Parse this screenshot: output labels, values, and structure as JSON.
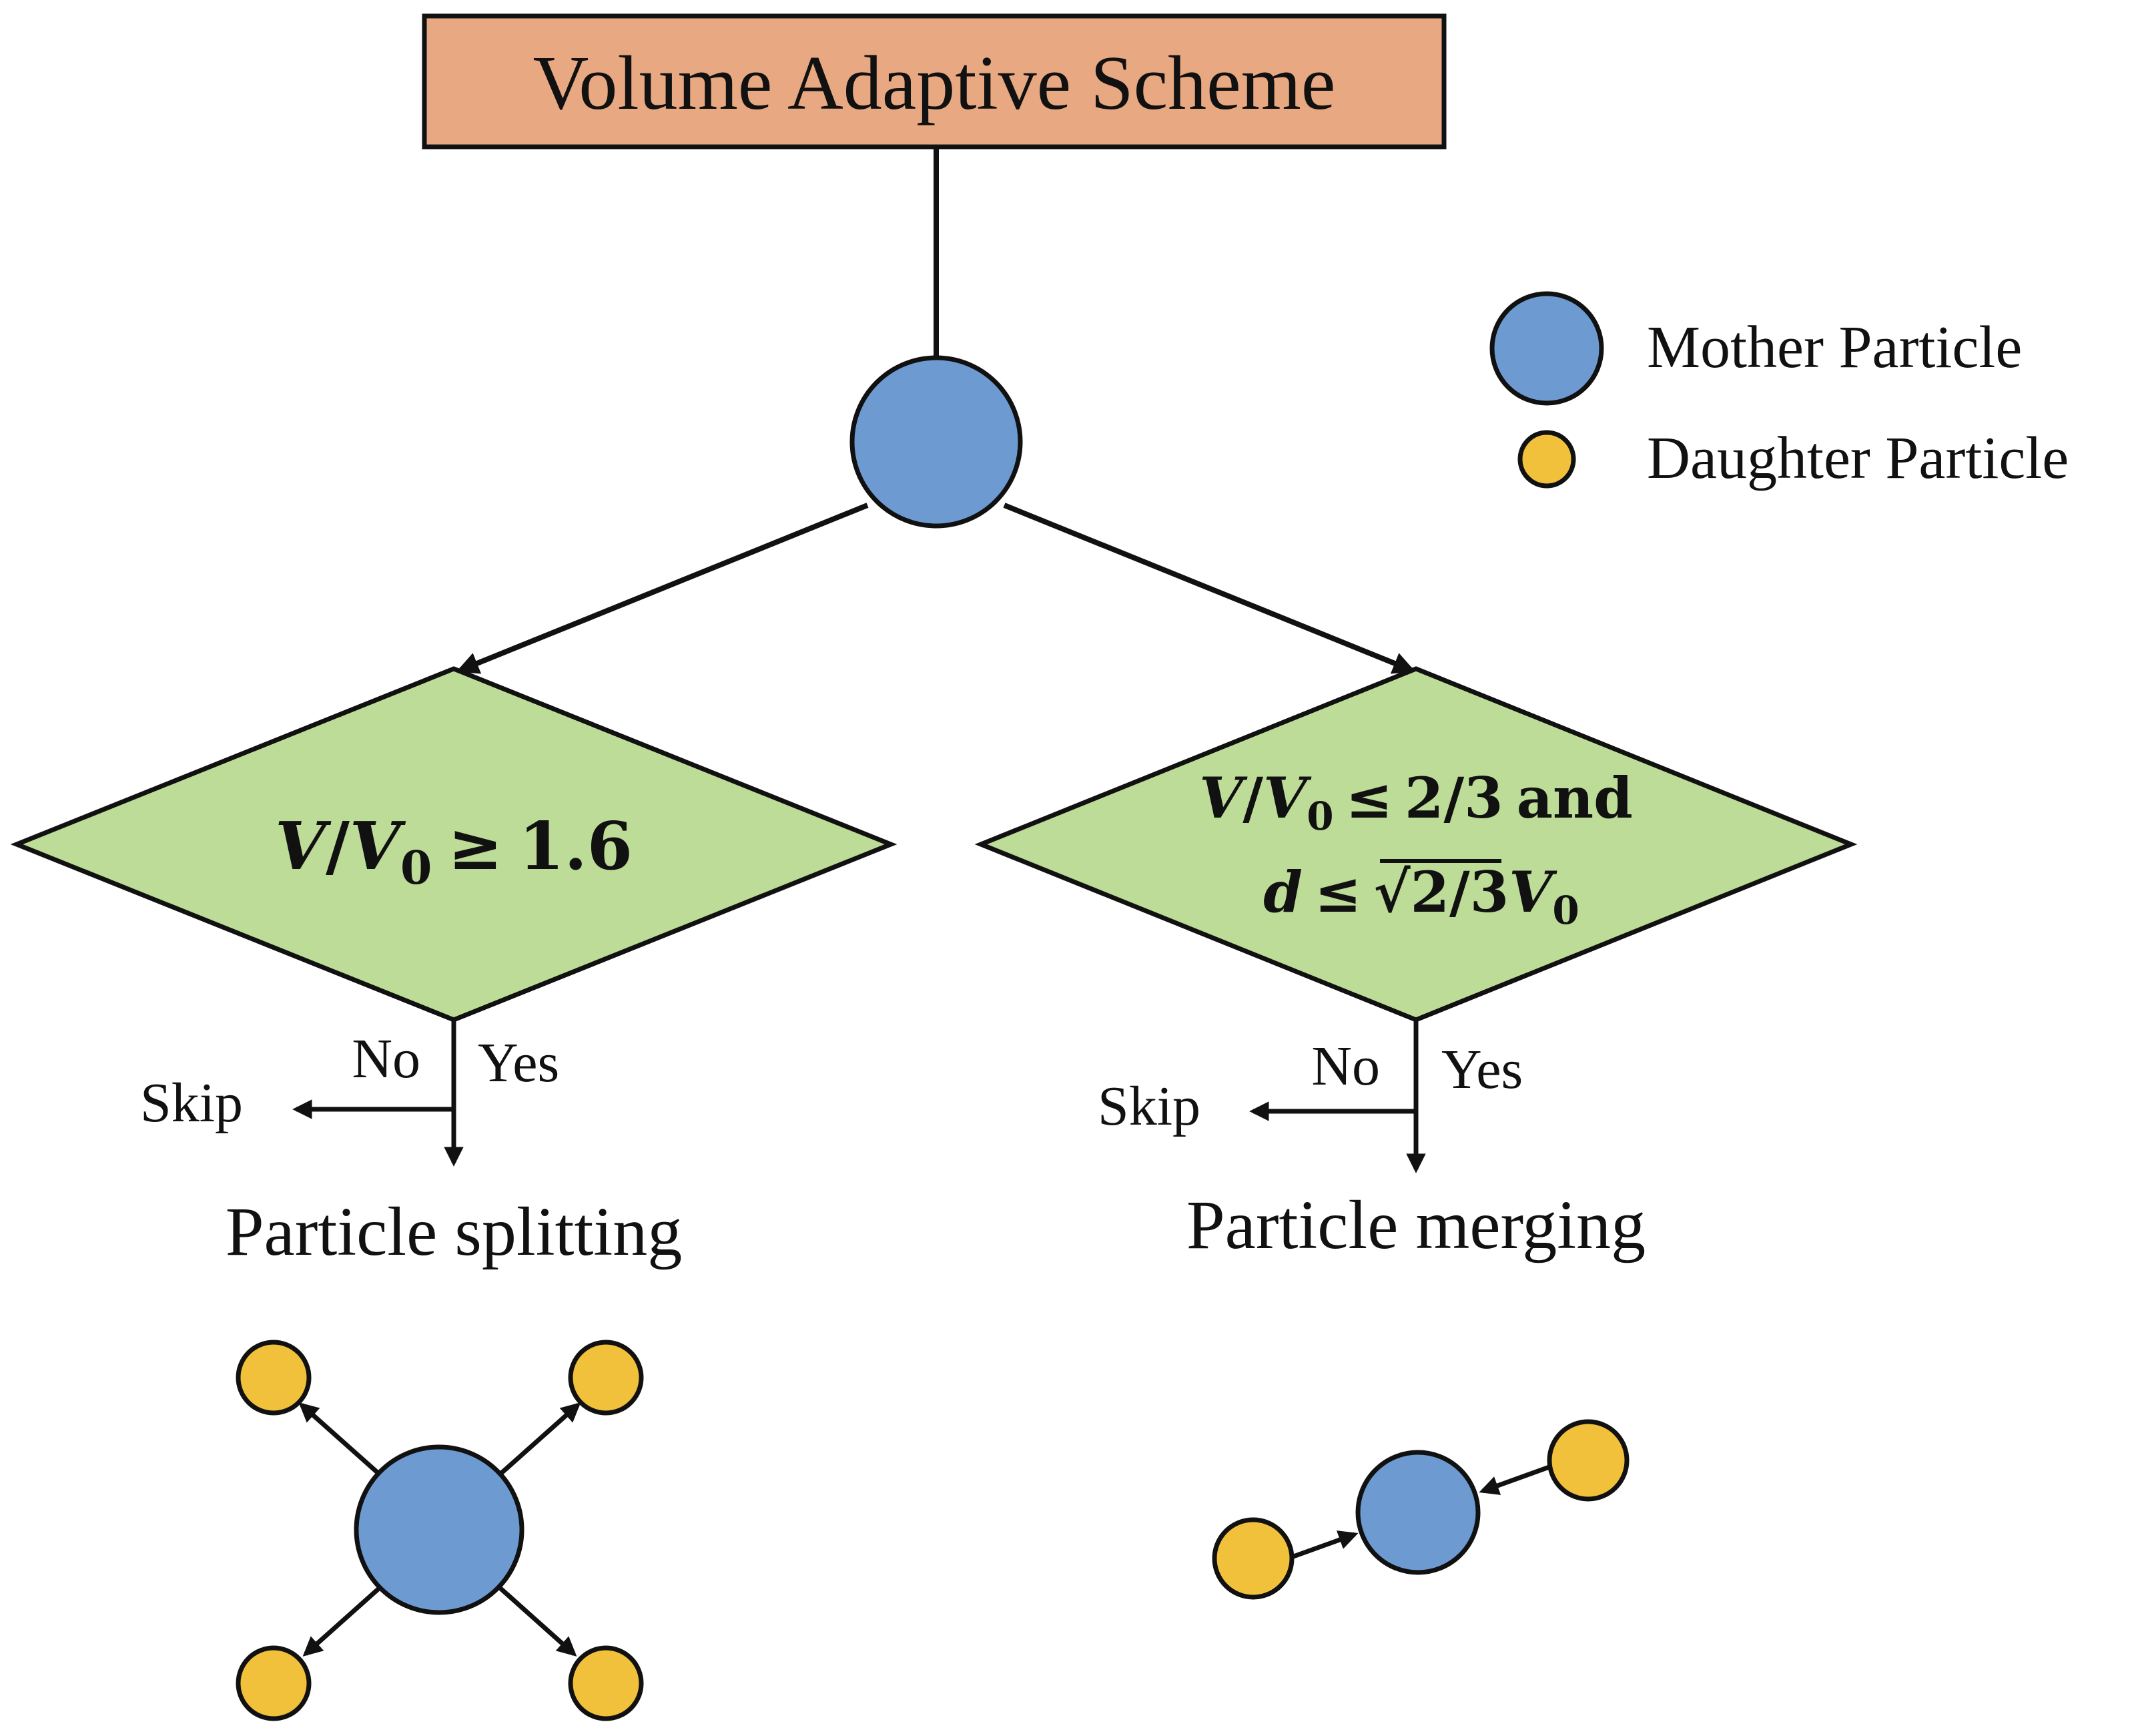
{
  "title": "Volume Adaptive Scheme",
  "colors": {
    "title_fill": "#E8A882",
    "decision_fill": "#BDDC97",
    "mother_fill": "#6D9BD1",
    "daughter_fill": "#F2C13B",
    "stroke": "#111111"
  },
  "legend": {
    "mother": "Mother Particle",
    "daughter": "Daughter Particle"
  },
  "left_branch": {
    "condition": {
      "v": "V",
      "slash": "/",
      "v0": "V",
      "sub0": "0",
      "op": "≥",
      "value": "1.6"
    },
    "no_label": "No",
    "yes_label": "Yes",
    "skip_label": "Skip",
    "outcome": "Particle splitting"
  },
  "right_branch": {
    "condition_line1": {
      "v": "V",
      "slash": "/",
      "v0": "V",
      "sub0": "0",
      "op": "≤",
      "value": "2/3",
      "conj": "and"
    },
    "condition_line2": {
      "d": "d",
      "op": "≤",
      "sqrt": "√",
      "radicand": "2/3",
      "v0": "V",
      "sub0": "0"
    },
    "no_label": "No",
    "yes_label": "Yes",
    "skip_label": "Skip",
    "outcome": "Particle merging"
  }
}
